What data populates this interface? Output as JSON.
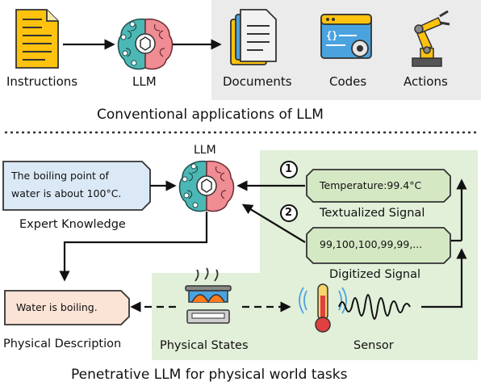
{
  "top": {
    "instructions": "Instructions",
    "llm": "LLM",
    "documents": "Documents",
    "codes": "Codes",
    "actions": "Actions",
    "caption": "Conventional applications of LLM"
  },
  "bottom": {
    "llm": "LLM",
    "expert_text_line1": "The boiling point of",
    "expert_text_line2": "water is about 100°C.",
    "expert_label": "Expert Knowledge",
    "physical_text": "Water is boiling.",
    "physical_description": "Physical Description",
    "physical_states": "Physical States",
    "sensor": "Sensor",
    "step1": "1",
    "step2": "2",
    "textual_signal_value": "Temperature:99.4°C",
    "textual_signal_label": "Textualized Signal",
    "digit_signal_value": "99,100,100,99,99,...",
    "digit_signal_label": "Digitized Signal",
    "caption": "Penetrative LLM for physical world tasks"
  },
  "colors": {
    "top_panel": "#ebebeb",
    "green_panel": "#e2efd9",
    "textual_box": "#d5e8c4",
    "expert_box": "#dbe9f6",
    "physical_box": "#fbe3d6",
    "brain_left": "#4cb8b5",
    "brain_right": "#f08c93"
  }
}
